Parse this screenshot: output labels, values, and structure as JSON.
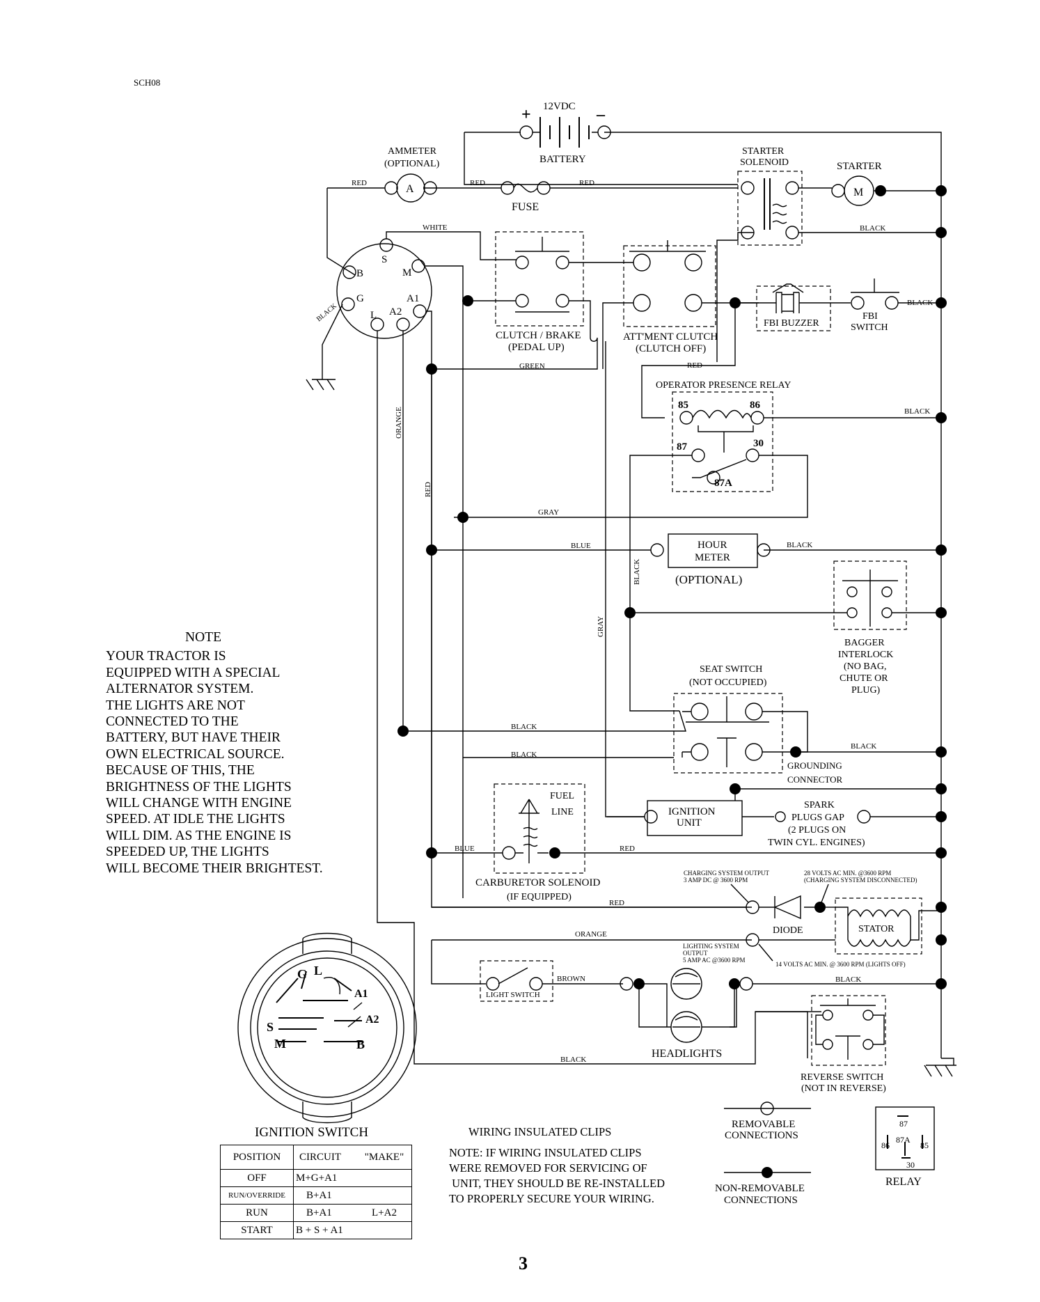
{
  "sheet_id": "SCH08",
  "page_number": "3",
  "battery": {
    "voltage": "12VDC",
    "plus": "+",
    "minus": "–",
    "label": "BATTERY"
  },
  "components": {
    "ammeter": {
      "l1": "AMMETER",
      "l2": "(OPTIONAL)",
      "symbol": "A"
    },
    "fuse": "FUSE",
    "starter_solenoid": {
      "l1": "STARTER",
      "l2": "SOLENOID"
    },
    "starter": {
      "label": "STARTER",
      "symbol": "M"
    },
    "clutch_brake": {
      "l1": "CLUTCH / BRAKE",
      "l2": "(PEDAL UP)"
    },
    "att_clutch": {
      "l1": "ATT'MENT CLUTCH",
      "l2": "(CLUTCH OFF)"
    },
    "fbi_buzzer": "FBI BUZZER",
    "fbi_switch": {
      "l1": "FBI",
      "l2": "SWITCH"
    },
    "relay": {
      "title": "OPERATOR PRESENCE RELAY",
      "p85": "85",
      "p86": "86",
      "p87": "87",
      "p30": "30",
      "p87a": "87A"
    },
    "hour_meter": {
      "l1": "HOUR",
      "l2": "METER",
      "l3": "(OPTIONAL)"
    },
    "bagger": {
      "l1": "BAGGER",
      "l2": "INTERLOCK",
      "l3": "(NO BAG,",
      "l4": "CHUTE OR",
      "l5": "PLUG)"
    },
    "seat_switch": {
      "l1": "SEAT SWITCH",
      "l2": "(NOT OCCUPIED)"
    },
    "grounding": {
      "l1": "GROUNDING",
      "l2": "CONNECTOR"
    },
    "fuel_line": {
      "l1": "FUEL",
      "l2": "LINE"
    },
    "ignition_unit": {
      "l1": "IGNITION",
      "l2": "UNIT"
    },
    "spark": {
      "l1": "SPARK",
      "l2": "PLUGS GAP",
      "l3": "(2 PLUGS ON",
      "l4": "TWIN CYL. ENGINES)"
    },
    "carb": {
      "l1": "CARBURETOR SOLENOID",
      "l2": "(IF EQUIPPED)"
    },
    "charging_out": {
      "l1": "CHARGING SYSTEM OUTPUT",
      "l2": "3 AMP DC @ 3600 RPM"
    },
    "volts28": {
      "l1": "28 VOLTS AC MIN. @3600 RPM",
      "l2": "(CHARGING SYSTEM DISCONNECTED)"
    },
    "diode": "DIODE",
    "stator": "STATOR",
    "lighting_out": {
      "l1": "LIGHTING SYSTEM",
      "l2": "OUTPUT",
      "l3": "5 AMP AC @3600 RPM"
    },
    "volts14": "14 VOLTS AC MIN. @ 3600 RPM (LIGHTS OFF)",
    "light_switch": "LIGHT SWITCH",
    "headlights": "HEADLIGHTS",
    "reverse_switch": {
      "l1": "REVERSE SWITCH",
      "l2": "(NOT IN REVERSE)"
    },
    "ignition_switch": "IGNITION SWITCH",
    "terminals": {
      "B": "B",
      "S": "S",
      "M": "M",
      "G": "G",
      "L": "L",
      "A1": "A1",
      "A2": "A2"
    }
  },
  "wire_colors": {
    "red": "RED",
    "white": "WHITE",
    "black": "BLACK",
    "green": "GREEN",
    "orange": "ORANGE",
    "gray": "GRAY",
    "blue": "BLUE",
    "brown": "BROWN"
  },
  "note": {
    "title": "NOTE",
    "lines": [
      "YOUR TRACTOR IS",
      "EQUIPPED WITH A SPECIAL",
      "ALTERNATOR SYSTEM.",
      "THE LIGHTS ARE NOT",
      "CONNECTED TO THE",
      "BATTERY, BUT HAVE THEIR",
      "OWN ELECTRICAL SOURCE.",
      "BECAUSE OF THIS, THE",
      "BRIGHTNESS OF THE LIGHTS",
      "WILL CHANGE WITH ENGINE",
      "SPEED.  AT IDLE THE LIGHTS",
      "WILL DIM.  AS THE ENGINE IS",
      "SPEEDED UP, THE LIGHTS",
      "WILL BECOME THEIR BRIGHTEST."
    ]
  },
  "ignition_table": {
    "headers": [
      "POSITION",
      "CIRCUIT",
      "\"MAKE\""
    ],
    "rows": [
      [
        "OFF",
        "M+G+A1",
        ""
      ],
      [
        "RUN/OVERRIDE",
        "B+A1",
        ""
      ],
      [
        "RUN",
        "B+A1",
        "L+A2"
      ],
      [
        "START",
        "B + S + A1",
        ""
      ]
    ]
  },
  "clips": {
    "title": "WIRING INSULATED CLIPS",
    "lines": [
      "NOTE:  IF WIRING INSULATED CLIPS",
      "WERE REMOVED FOR SERVICING OF",
      " UNIT, THEY SHOULD BE RE-INSTALLED",
      "TO PROPERLY SECURE YOUR WIRING."
    ]
  },
  "legend": {
    "removable": {
      "l1": "REMOVABLE",
      "l2": "CONNECTIONS"
    },
    "non_removable": {
      "l1": "NON-REMOVABLE",
      "l2": "CONNECTIONS"
    },
    "relay": {
      "label": "RELAY",
      "p87": "87",
      "p87a": "87A",
      "p86": "86",
      "p85": "85",
      "p30": "30"
    }
  }
}
